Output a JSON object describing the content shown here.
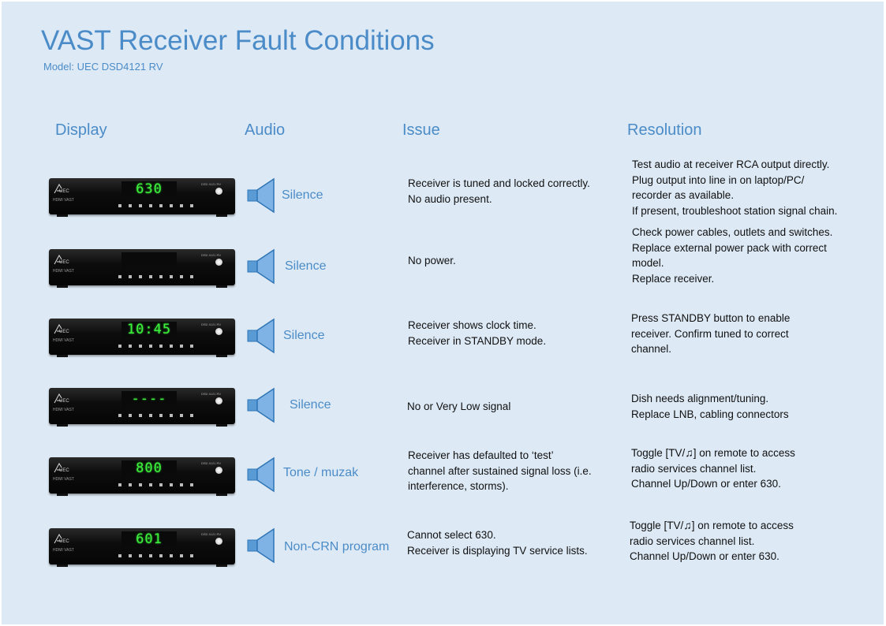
{
  "header": {
    "title": "VAST Receiver Fault Conditions",
    "subtitle": "Model: UEC DSD4121 RV"
  },
  "columns": {
    "display": "Display",
    "audio": "Audio",
    "issue": "Issue",
    "resolution": "Resolution"
  },
  "receiver": {
    "brand": "UEC",
    "model_label": "DSD 4121 RV",
    "badges": "HDMI  VAST"
  },
  "colors": {
    "accent": "#4b8cc8",
    "background": "#dde9f5",
    "display_text": "#3ef03e"
  },
  "rows": [
    {
      "display": "630",
      "audio": "Silence",
      "issue": [
        "Receiver is tuned and locked correctly.",
        "No audio present."
      ],
      "resolution": [
        "Test audio at receiver RCA output directly.",
        "Plug output into line in on laptop/PC/",
        "recorder as available.",
        "If present, troubleshoot station signal chain."
      ]
    },
    {
      "display": "",
      "audio": "Silence",
      "issue": [
        "No power."
      ],
      "resolution": [
        "Check power cables, outlets and switches.",
        "Replace external power pack with correct",
        "model.",
        "Replace receiver."
      ]
    },
    {
      "display": "10:45",
      "audio": "Silence",
      "issue": [
        "Receiver shows clock time.",
        "Receiver in STANDBY mode."
      ],
      "resolution": [
        "Press STANDBY button to enable",
        "receiver. Confirm tuned to correct",
        "channel."
      ]
    },
    {
      "display": "----",
      "audio": "Silence",
      "issue": [
        "No or Very Low signal"
      ],
      "resolution": [
        "Dish needs alignment/tuning.",
        "Replace LNB, cabling connectors"
      ]
    },
    {
      "display": "800",
      "audio": "Tone / muzak",
      "issue": [
        "Receiver has defaulted to ‘test’",
        "channel after sustained signal loss (i.e.",
        "interference, storms)."
      ],
      "resolution_pre": "Toggle [TV/",
      "resolution_icon": "music-note-icon",
      "resolution_post": "] on remote to access",
      "resolution": [
        "radio services channel list.",
        "Channel Up/Down or enter 630."
      ]
    },
    {
      "display": "601",
      "audio": "Non-CRN program",
      "issue": [
        "Cannot select 630.",
        "Receiver is displaying TV service lists."
      ],
      "resolution_pre": "Toggle [TV/",
      "resolution_icon": "music-note-icon",
      "resolution_post": "] on remote to access",
      "resolution": [
        "radio services channel list.",
        "Channel Up/Down or enter 630."
      ]
    }
  ]
}
